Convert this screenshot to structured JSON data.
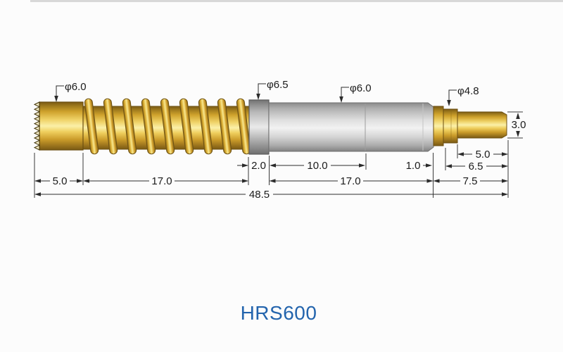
{
  "title": "HRS600",
  "colors": {
    "title": "#2364ad",
    "gold": "#e8c04a",
    "steel_gray": "#d9d9d9",
    "line": "#2b2b2b"
  },
  "dia": {
    "head": "φ6.0",
    "collar": "φ6.5",
    "barrel": "φ6.0",
    "flange": "φ4.8",
    "tip_height": "3.0"
  },
  "len": {
    "head": "5.0",
    "spring": "17.0",
    "collar": "2.0",
    "barrel_front": "10.0",
    "barrel_total": "17.0",
    "barrel_end": "1.0",
    "tip": "5.0",
    "plunger": "6.5",
    "right_section": "7.5",
    "overall": "48.5"
  }
}
